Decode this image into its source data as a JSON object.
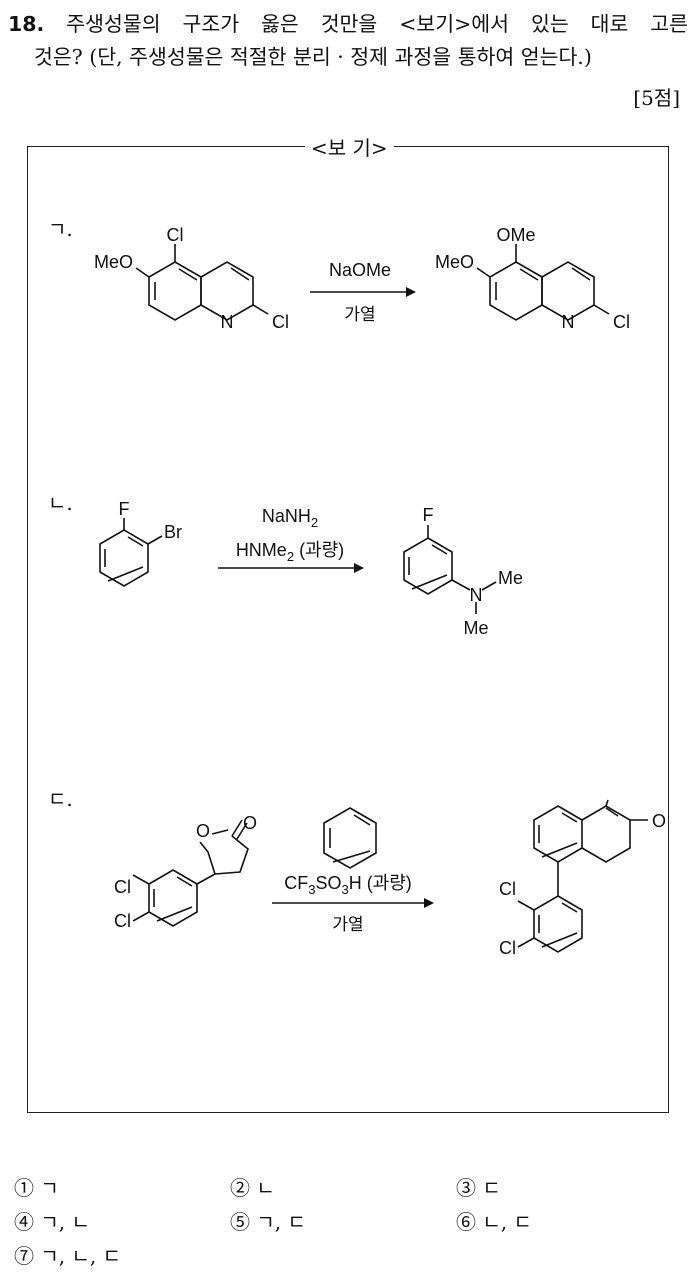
{
  "question": {
    "number": "18.",
    "line1": "주생성물의 구조가 옳은 것만을 <보기>에서 있는 대로 고른",
    "line2": "것은? (단, 주생성물은 적절한 분리 · 정제 과정을 통하여 얻는다.)",
    "points": "[5점]"
  },
  "box_title": "<보 기>",
  "items": [
    {
      "label": "ㄱ.",
      "reagent_top": "NaOMe",
      "reagent_bottom": "가열",
      "reactant_atoms": [
        "Cl",
        "MeO",
        "N",
        "Cl"
      ],
      "product_atoms": [
        "OMe",
        "MeO",
        "N",
        "Cl"
      ]
    },
    {
      "label": "ㄴ.",
      "reagent_top": "NaNH",
      "reagent_top_sub": "2",
      "reagent_mid_a": "HNMe",
      "reagent_mid_sub": "2",
      "reagent_mid_b": " (과량)",
      "reactant_atoms": [
        "F",
        "Br"
      ],
      "product_atoms": [
        "F",
        "N",
        "Me",
        "Me"
      ]
    },
    {
      "label": "ㄷ.",
      "reagent_a": "CF",
      "reagent_sub1": "3",
      "reagent_b": "SO",
      "reagent_sub2": "3",
      "reagent_c": "H (과량)",
      "reagent_bottom": "가열",
      "reactant_atoms": [
        "O",
        "O",
        "Cl",
        "Cl"
      ],
      "product_atoms": [
        "O",
        "Cl",
        "Cl"
      ]
    }
  ],
  "choices": [
    "① ㄱ",
    "② ㄴ",
    "③ ㄷ",
    "④ ㄱ, ㄴ",
    "⑤ ㄱ, ㄷ",
    "⑥ ㄴ, ㄷ",
    "⑦ ㄱ, ㄴ, ㄷ"
  ]
}
